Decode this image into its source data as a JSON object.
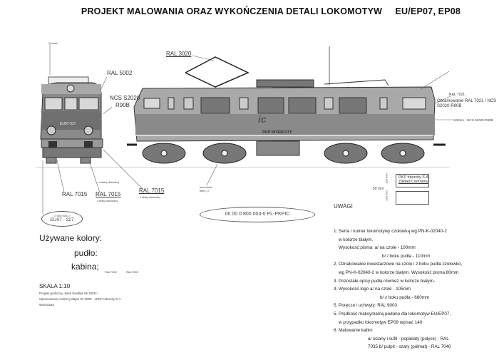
{
  "title": "PROJEKT MALOWANIA ORAZ WYKOŃCZENIA DETALI LOKOMOTYW",
  "title_models": "EU/EP07, EP08",
  "drawing_labels": {
    "grosso": "Grosso",
    "ral_3020": "RAL 3020",
    "ral_5002": "RAL 5002",
    "ncs_1": "NCS S2020",
    "ncs_2": "R90B",
    "ral_7015_a": "RAL 7015",
    "ral_7015_b": "RAL 7015",
    "ral_7015_b_note": "z białą obwódką",
    "ral_7015_c": "RAL 7015",
    "ral_7015_c_note": "z białą obwódką",
    "white_outline": "z białą obwódką",
    "front_number": "EU07-327",
    "front_oval_top": "0 000 000-0",
    "front_oval_bottom": "EU07 - 327",
    "letter_width": "szerokość litery „1”",
    "side_oval": "00 00 0 800 003-0 PL-PKPIC",
    "side_logo": "PKP INTERCITY",
    "ral_7021": "RAL 7021",
    "right_small_note": "Obramowanie RAL 7021 / NCS S2020-R90B",
    "right_120": "120mm - NCS S2020-R80B",
    "uwagi": "UWAGI",
    "plate_line1": "PKP Intercity S.A.",
    "plate_line2": "Zakład Centralny",
    "dim_50": "50 mm",
    "dim_150a": "150 mm",
    "dim_150b": "150 mm"
  },
  "colors_section": {
    "heading": "Używane kolory:",
    "body": "pudło:",
    "cab": "kabina;",
    "cab_swatch1": "RAL7032",
    "cab_swatch2": "RAL7035"
  },
  "scale": "SKALA 1:10",
  "credits": [
    "Projekt graficzny   Jolek Świdlak 06 2008 r",
    "Opracowanie Andrzej Majek 01 2009 - LPKP Intercity S.A.",
    "Warszawa"
  ],
  "notes": [
    "1. Serta i numer lokomotywy czołowką wg PN-K-02040-2",
    "w kolorze białym.",
    "Wysokość pisma:     a/ na czole - 100mm",
    "b/ / boku pudła - 110mm",
    "2. Oznakowanie inwestarzowe na czole  i z boku pudła czołowko,",
    "wg PN-K-02040-2 w kolorze białym. Wysokość pisma 80mm",
    "3. Pozostałe opisy pudła również w kolorze białym-",
    "4. Wysokość logo     a/ na czole - 105mm",
    "b/ z boku pudła - 680mm",
    "5. Poręcze i uchwyty: RAL 9003",
    "5. Prędkość maksymalną podano dla lokomotyw EU/EP07,",
    "w przypadku lokomotyw EP08 wpisać 140",
    "6. Malowanie kabin:",
    "a/ ściany i sufit -     popielaty (połysk) - RAL",
    "7035 b/ pulpit -     szary (półmat) - RAL 7040"
  ]
}
